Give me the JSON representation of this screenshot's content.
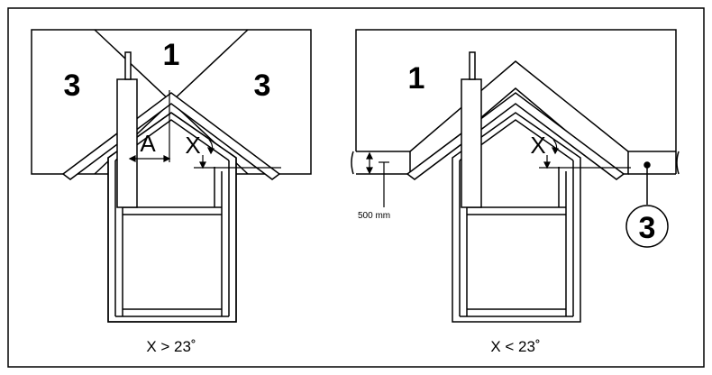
{
  "left_panel": {
    "zone_top": "1",
    "zone_left": "3",
    "zone_right": "3",
    "dim_a": "A",
    "angle_x": "X",
    "caption": "X > 23˚"
  },
  "right_panel": {
    "zone_main": "1",
    "angle_x": "X",
    "dimension": "500 mm",
    "zone_marker": "3",
    "caption": "X < 23˚"
  }
}
